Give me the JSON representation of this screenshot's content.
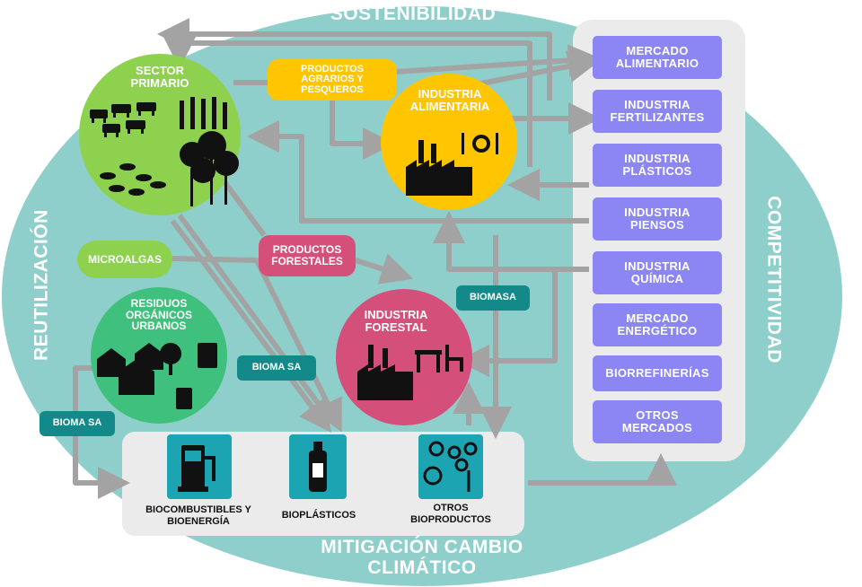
{
  "border_labels": {
    "top": "SOSTENIBILIDAD",
    "left": "REUTILIZACIÓN",
    "right": "COMPETITIVIDAD",
    "bottom": "MITIGACIÓN CAMBIO\nCLIMÁTICO"
  },
  "nodes": {
    "sector_primario": "SECTOR\nPRIMARIO",
    "industria_alimentaria": "INDUSTRIA\nALIMENTARIA",
    "industria_forestal": "INDUSTRIA\nFORESTAL",
    "residuos": "RESIDUOS\nORGÁNICOS\nURBANOS",
    "microalgas": "MICROALGAS"
  },
  "flow_labels": {
    "productos_agrarios": "PRODUCTOS\nAGRARIOS Y\nPESQUEROS",
    "productos_forestales": "PRODUCTOS\nFORESTALES",
    "biomasa_1": "BIOMASA",
    "biomasa_2": "BIOMA SA",
    "biomasa_3": "BIOMA SA"
  },
  "markets": [
    "MERCADO\nALIMENTARIO",
    "INDUSTRIA\nFERTILIZANTES",
    "INDUSTRIA\nPLÁSTICOS",
    "INDUSTRIA\nPIENSOS",
    "INDUSTRIA\nQUÍMICA",
    "MERCADO\nENERGÉTICO",
    "BIORREFINERÍAS",
    "OTROS\nMERCADOS"
  ],
  "products": [
    {
      "label": "BIOCOMBUSTIBLES Y\nBIOENERGÍA",
      "icon": "fuel-pump-icon"
    },
    {
      "label": "BIOPLÁSTICOS",
      "icon": "bottle-icon"
    },
    {
      "label": "OTROS\nBIOPRODUCTOS",
      "icon": "molecules-icon"
    }
  ],
  "colors": {
    "background_ellipse": "#8fcfcb",
    "arrow": "#a3a3a3",
    "sector_primario": "#8dd14e",
    "industria_alimentaria": "#ffc600",
    "industria_forestal": "#d4507a",
    "residuos": "#3fc07d",
    "microalgas": "#8dd14e",
    "productos_agrarios": "#ffc600",
    "productos_forestales": "#d4507a",
    "biomasa": "#138a89",
    "market_box": "#8c86f5",
    "panel": "#ebebeb",
    "icon_box": "#1da4b3"
  }
}
